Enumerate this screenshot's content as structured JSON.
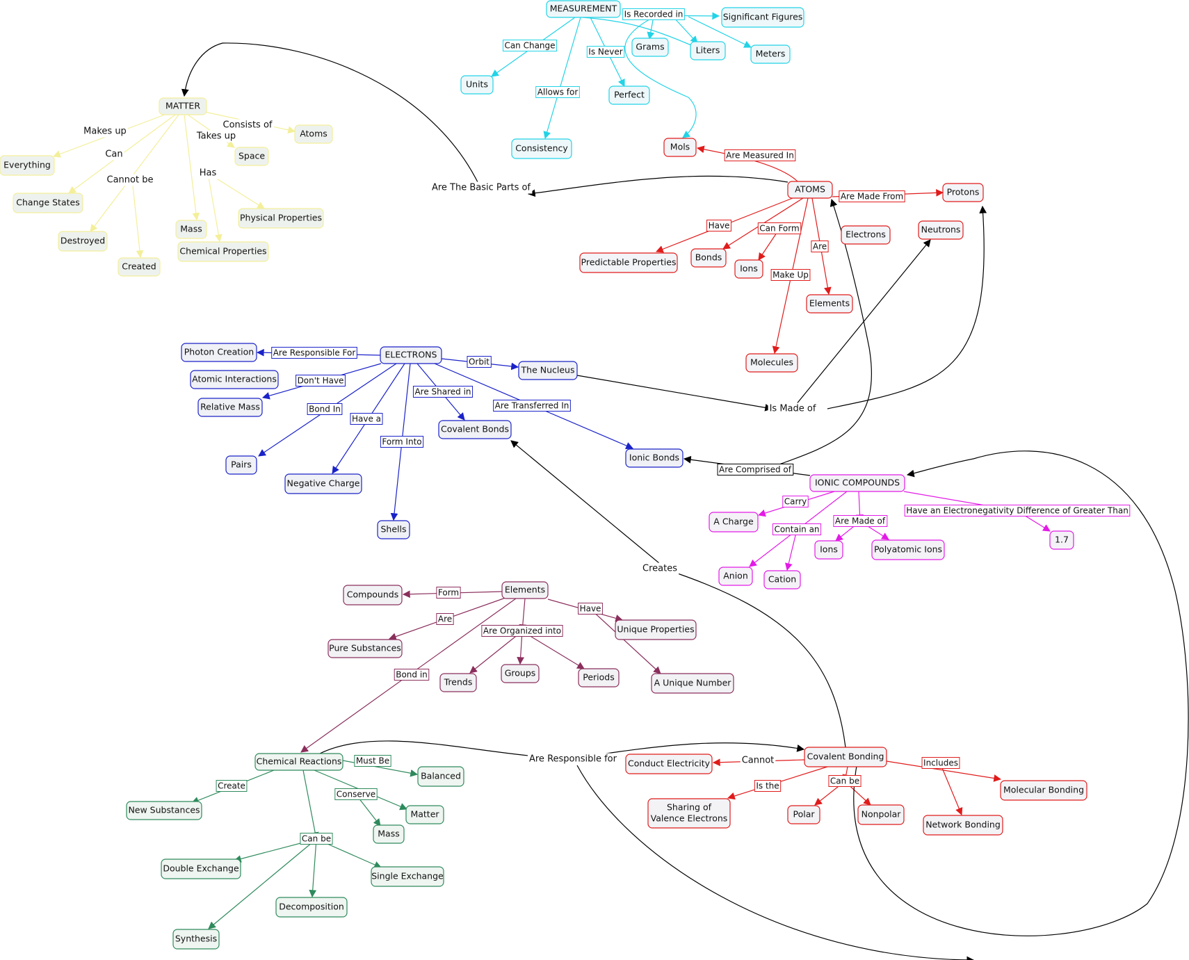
{
  "colors": {
    "measurement": {
      "stroke": "#22d3e6",
      "fill": "#eef8fa"
    },
    "matter": {
      "stroke": "#f3ef9a",
      "fill": "#eef2ee"
    },
    "atoms": {
      "stroke": "#e01b1b",
      "fill": "#f3f4f7"
    },
    "electrons": {
      "stroke": "#1a22c8",
      "fill": "#eff1f6"
    },
    "ionic": {
      "stroke": "#e21be6",
      "fill": "#f4f2f7"
    },
    "elements": {
      "stroke": "#8a2e5c",
      "fill": "#f2f2f5"
    },
    "reactions": {
      "stroke": "#2e8a5c",
      "fill": "#eff5f1"
    },
    "covalent": {
      "stroke": "#e01b1b",
      "fill": "#f3f3f6"
    },
    "cross": {
      "stroke": "#000000",
      "fill": "#ffffff"
    }
  },
  "nodes": {
    "measurement": [
      "MEASUREMENT"
    ],
    "significant_figures": [
      "Significant Figures"
    ],
    "grams": [
      "Grams"
    ],
    "liters": [
      "Liters"
    ],
    "meters": [
      "Meters"
    ],
    "units": [
      "Units"
    ],
    "perfect": [
      "Perfect"
    ],
    "consistency": [
      "Consistency"
    ],
    "mols": [
      "Mols"
    ],
    "matter": [
      "MATTER"
    ],
    "atoms_m": [
      "Atoms"
    ],
    "everything": [
      "Everything"
    ],
    "space": [
      "Space"
    ],
    "change_states": [
      "Change States"
    ],
    "physical_properties": [
      "Physical Properties"
    ],
    "mass_m": [
      "Mass"
    ],
    "destroyed": [
      "Destroyed"
    ],
    "chemical_properties": [
      "Chemical Properties"
    ],
    "created": [
      "Created"
    ],
    "atoms": [
      "ATOMS"
    ],
    "protons": [
      "Protons"
    ],
    "electrons_a": [
      "Electrons"
    ],
    "neutrons": [
      "Neutrons"
    ],
    "predictable_properties": [
      "Predictable Properties"
    ],
    "bonds": [
      "Bonds"
    ],
    "ions_a": [
      "Ions"
    ],
    "elements_a": [
      "Elements"
    ],
    "molecules": [
      "Molecules"
    ],
    "electrons": [
      "ELECTRONS"
    ],
    "photon_creation": [
      "Photon Creation"
    ],
    "atomic_interactions": [
      "Atomic Interactions"
    ],
    "relative_mass": [
      "Relative Mass"
    ],
    "the_nucleus": [
      "The Nucleus"
    ],
    "covalent_bonds": [
      "Covalent Bonds"
    ],
    "ionic_bonds": [
      "Ionic Bonds"
    ],
    "pairs": [
      "Pairs"
    ],
    "negative_charge": [
      "Negative Charge"
    ],
    "shells": [
      "Shells"
    ],
    "ionic_compounds": [
      "IONIC COMPOUNDS"
    ],
    "a_charge": [
      "A Charge"
    ],
    "ions_i": [
      "Ions"
    ],
    "polyatomic_ions": [
      "Polyatomic Ions"
    ],
    "one_seven": [
      "1.7"
    ],
    "anion": [
      "Anion"
    ],
    "cation": [
      "Cation"
    ],
    "elements": [
      "Elements"
    ],
    "compounds": [
      "Compounds"
    ],
    "unique_properties": [
      "Unique Properties"
    ],
    "pure_substances": [
      "Pure Substances"
    ],
    "trends": [
      "Trends"
    ],
    "groups": [
      "Groups"
    ],
    "periods": [
      "Periods"
    ],
    "a_unique_number": [
      "A Unique Number"
    ],
    "chemical_reactions": [
      "Chemical Reactions"
    ],
    "balanced": [
      "Balanced"
    ],
    "new_substances": [
      "New Substances"
    ],
    "matter_r": [
      "Matter"
    ],
    "mass_r": [
      "Mass"
    ],
    "double_exchange": [
      "Double Exchange"
    ],
    "single_exchange": [
      "Single Exchange"
    ],
    "decomposition": [
      "Decomposition"
    ],
    "synthesis": [
      "Synthesis"
    ],
    "covalent_bonding": [
      "Covalent Bonding"
    ],
    "conduct_electricity": [
      "Conduct Electricity"
    ],
    "sharing_valence": [
      "Sharing of",
      "Valence Electrons"
    ],
    "polar": [
      "Polar"
    ],
    "nonpolar": [
      "Nonpolar"
    ],
    "molecular_bonding": [
      "Molecular Bonding"
    ],
    "network_bonding": [
      "Network Bonding"
    ]
  },
  "links": {
    "is_recorded_in": "Is Recorded in",
    "can_change": "Can Change",
    "is_never": "Is Never",
    "allows_for": "Allows for",
    "are_measured_in": "Are Measured In",
    "makes_up": "Makes up",
    "consists_of": "Consists of",
    "takes_up": "Takes up",
    "can_m": "Can",
    "cannot_be": "Cannot be",
    "has": "Has",
    "are_the_basic_parts_of": "Are The Basic Parts of",
    "are_made_from": "Are Made From",
    "have_a": "Have",
    "can_form": "Can Form",
    "are_a": "Are",
    "make_up": "Make Up",
    "are_responsible_for_e": "Are Responsible For",
    "dont_have": "Don't Have",
    "orbit": "Orbit",
    "are_shared_in": "Are Shared in",
    "are_transferred_in": "Are Transferred In",
    "bond_in_e": "Bond In",
    "have_a_e": "Have a",
    "form_into": "Form Into",
    "is_made_of": "Is Made of",
    "are_comprised_of": "Are Comprised of",
    "carry": "Carry",
    "contain_an": "Contain an",
    "are_made_of": "Are Made of",
    "have_en_difference": "Have an Electronegativity Difference of Greater Than",
    "creates": "Creates",
    "form": "Form",
    "are_el": "Are",
    "have_el": "Have",
    "are_organized_into": "Are Organized into",
    "bond_in_el": "Bond in",
    "must_be": "Must Be",
    "create": "Create",
    "conserve": "Conserve",
    "can_be_r": "Can be",
    "are_responsible_for_r": "Are Responsible for",
    "cannot": "Cannot",
    "is_the": "Is the",
    "can_be_c": "Can be",
    "includes": "Includes"
  }
}
